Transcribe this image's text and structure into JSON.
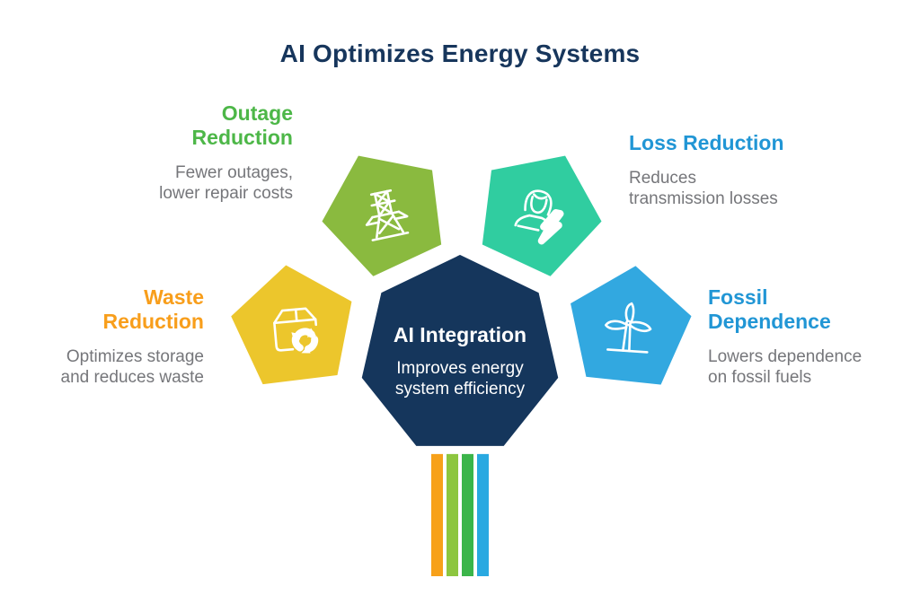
{
  "title": "AI Optimizes Energy Systems",
  "colors": {
    "title": "#17365C",
    "description_text": "#75767A",
    "center_shape": "#15365C",
    "center_text": "#FFFFFF",
    "shape_outline": "#FFFFFF",
    "icon_stroke": "#FFFFFF",
    "background": "#FFFFFF"
  },
  "center": {
    "title": "AI Integration",
    "subtitle": [
      "Improves energy",
      "system efficiency"
    ]
  },
  "nodes": [
    {
      "name": "outage-reduction",
      "heading": [
        "Outage",
        "Reduction"
      ],
      "heading_color": "#4DB748",
      "description": [
        "Fewer outages,",
        "lower repair costs"
      ],
      "shape_color": "#8ABA3F",
      "icon": "transmission-tower-icon"
    },
    {
      "name": "loss-reduction",
      "heading": [
        "Loss Reduction"
      ],
      "heading_color": "#2196D5",
      "description": [
        "Reduces",
        "transmission losses"
      ],
      "shape_color": "#30CDA0",
      "icon": "person-lightning-icon"
    },
    {
      "name": "waste-reduction",
      "heading": [
        "Waste",
        "Reduction"
      ],
      "heading_color": "#F89E1B",
      "description": [
        "Optimizes storage",
        "and reduces waste"
      ],
      "shape_color": "#ECC62C",
      "icon": "box-recycle-icon"
    },
    {
      "name": "fossil-dependence",
      "heading": [
        "Fossil",
        "Dependence"
      ],
      "heading_color": "#2196D5",
      "description": [
        "Lowers dependence",
        "on fossil fuels"
      ],
      "shape_color": "#32A8E0",
      "icon": "wind-turbine-icon"
    }
  ],
  "stripes": {
    "colors": [
      "#F7A11A",
      "#8DC63F",
      "#3BB54A",
      "#29A9E1"
    ]
  }
}
